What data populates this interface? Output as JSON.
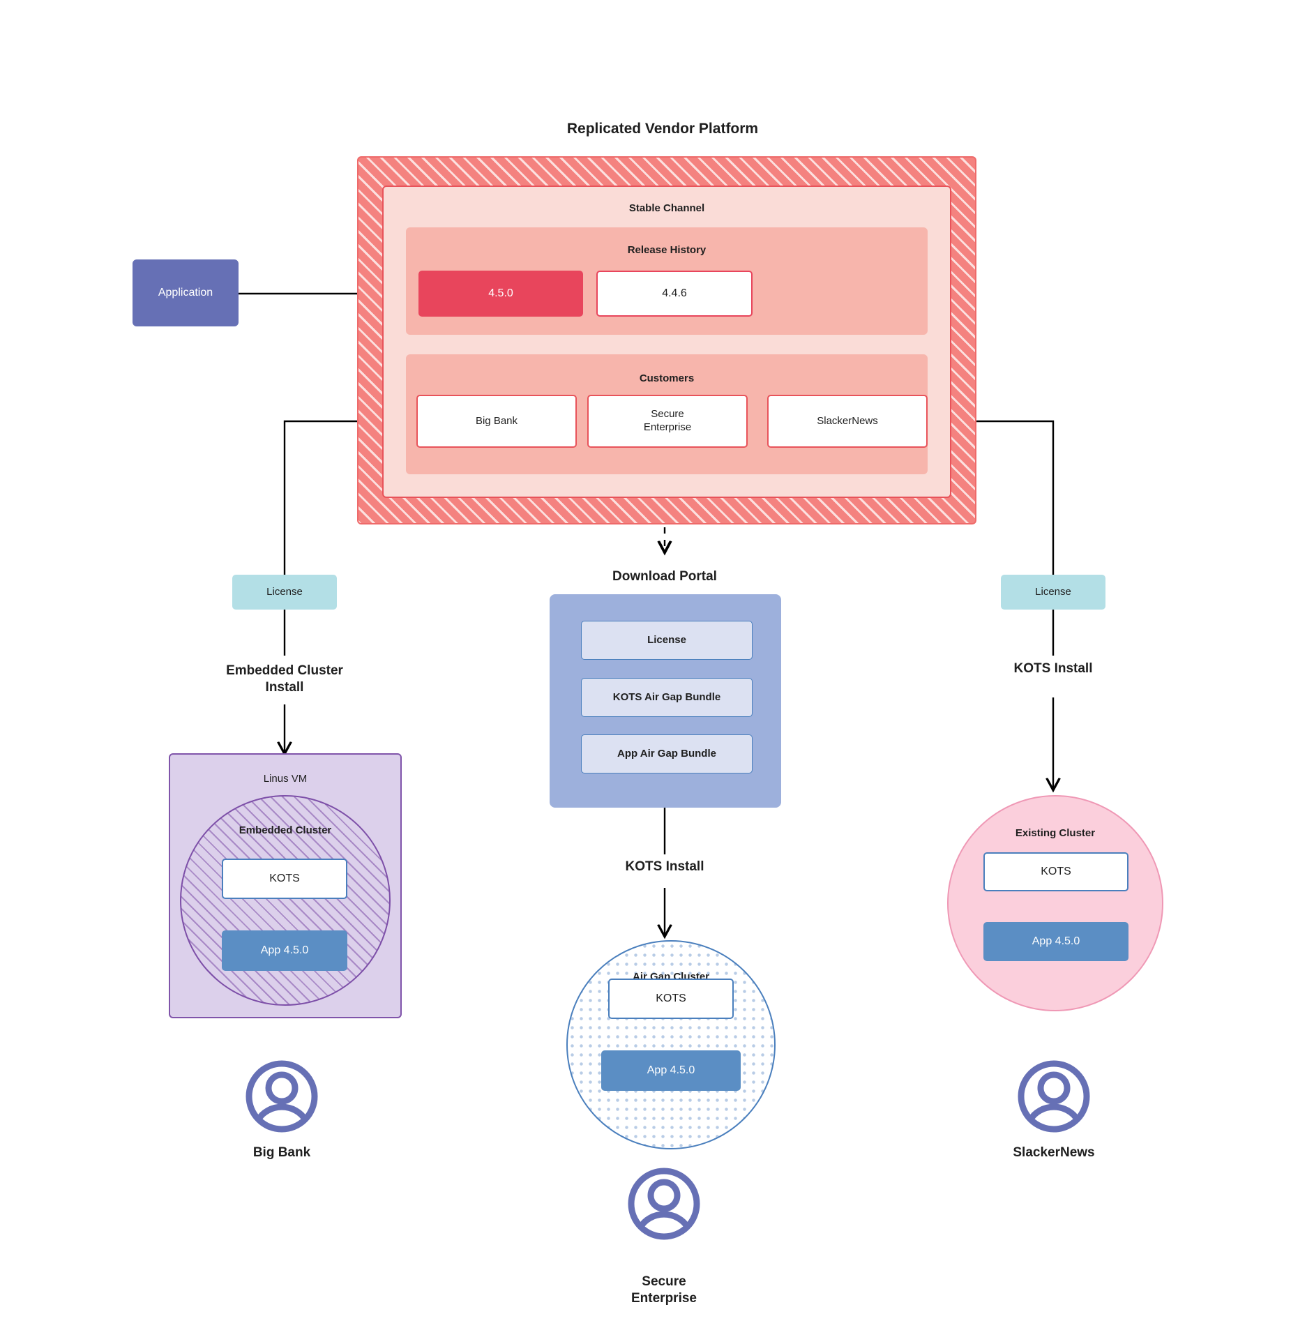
{
  "diagram": {
    "title": "Replicated Vendor Platform",
    "application_label": "Application",
    "channel": {
      "title": "Stable Channel",
      "release_history": {
        "title": "Release History",
        "releases": [
          {
            "version": "4.5.0",
            "state": "current"
          },
          {
            "version": "4.4.6",
            "state": "previous"
          }
        ]
      },
      "customers": {
        "title": "Customers",
        "items": [
          {
            "name": "Big Bank"
          },
          {
            "name": "Secure\nEnterprise"
          },
          {
            "name": "SlackerNews"
          }
        ]
      }
    },
    "branches": {
      "left": {
        "license_label": "License",
        "install_caption": "Embedded Cluster\nInstall",
        "vm_title": "Linus VM",
        "cluster_title": "Embedded Cluster",
        "kots_label": "KOTS",
        "app_label": "App 4.5.0",
        "customer_name": "Big Bank"
      },
      "middle": {
        "portal_title": "Download  Portal",
        "portal_items": [
          "License",
          "KOTS Air Gap Bundle",
          "App Air Gap Bundle"
        ],
        "install_caption": "KOTS Install",
        "cluster_title": "Air Gap Cluster",
        "kots_label": "KOTS",
        "app_label": "App 4.5.0",
        "customer_name": "Secure\nEnterprise"
      },
      "right": {
        "license_label": "License",
        "install_caption": "KOTS Install",
        "cluster_title": "Existing Cluster",
        "kots_label": "KOTS",
        "app_label": "App 4.5.0",
        "customer_name": "SlackerNews"
      }
    },
    "colors": {
      "platform_hatch": "#f4827f",
      "platform_border": "#ee6a6a",
      "channel_fill": "#fadcd7",
      "channel_border": "#e8535a",
      "band_fill": "#f7b5ac",
      "release_current": "#e8455c",
      "application_fill": "#6670b5",
      "license_fill": "#b3dfe6",
      "vm_fill": "#dcd0eb",
      "vm_border": "#7d4fa8",
      "kots_border": "#4a7fbd",
      "app_fill": "#5b8ec4",
      "portal_fill": "#9db0dc",
      "portal_item_fill": "#dce1f2",
      "existing_cluster_fill": "#fbcfdc",
      "existing_cluster_border": "#ef98b5",
      "avatar": "#6670b5"
    }
  }
}
